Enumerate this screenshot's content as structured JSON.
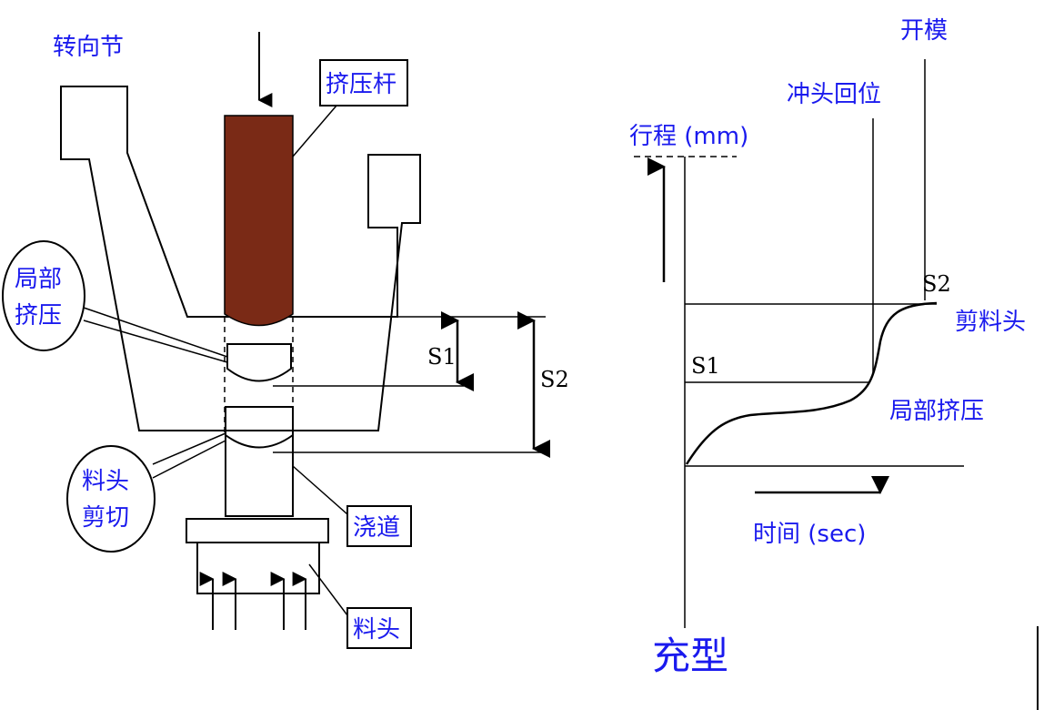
{
  "left": {
    "steering_knuckle": "转向节",
    "squeeze_rod": "挤压杆",
    "local_squeeze_l1": "局部",
    "local_squeeze_l2": "挤压",
    "s1": "S1",
    "s2": "S2",
    "slug_shear_l1": "料头",
    "slug_shear_l2": "剪切",
    "runner": "浇道",
    "slug": "料头"
  },
  "right": {
    "open_mold": "开模",
    "punch_return": "冲头回位",
    "stroke_label": "行程 (mm)",
    "s2": "S2",
    "shear_slug": "剪料头",
    "s1": "S1",
    "local_squeeze": "局部挤压",
    "time_label": "时间 (sec)",
    "fill": "充型"
  },
  "colors": {
    "label_blue": "#1a1aee",
    "rod_brown": "#7a2a16",
    "line": "#000000"
  }
}
